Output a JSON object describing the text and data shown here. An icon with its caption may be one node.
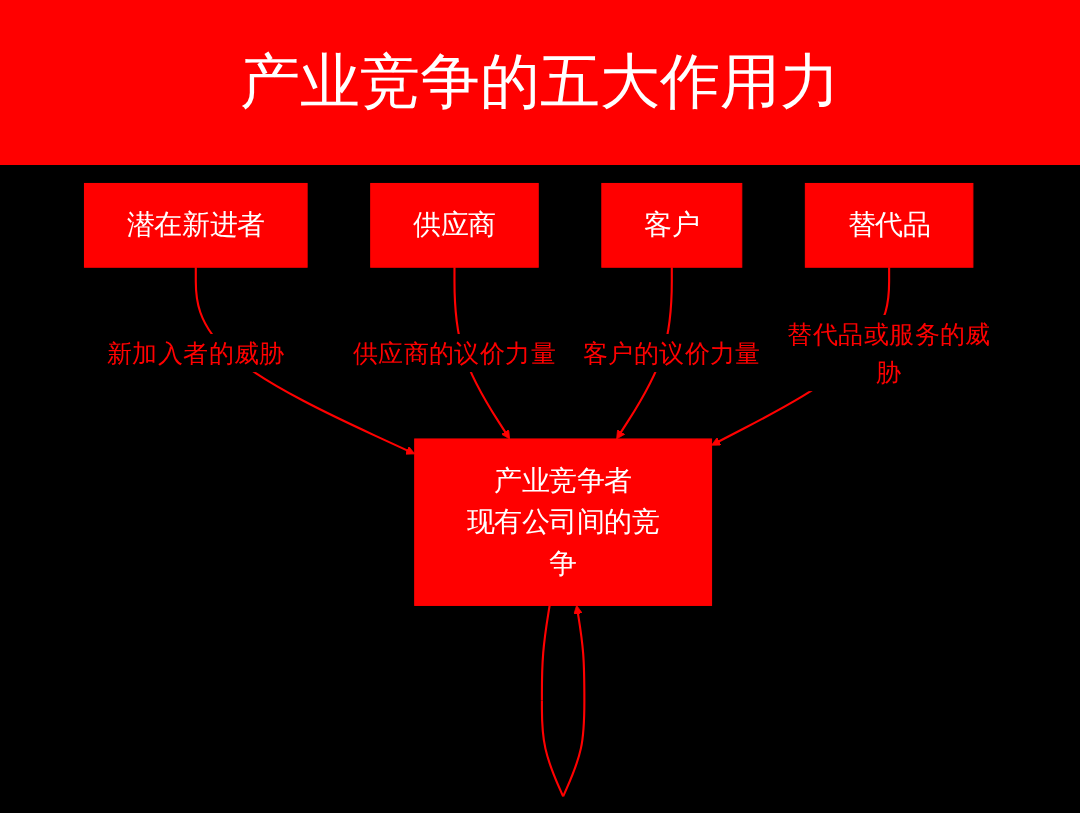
{
  "diagram": {
    "title": "产业竞争的五大作用力",
    "nodes": [
      {
        "text": [
          "潜在新进者"
        ]
      },
      {
        "text": [
          "供应商"
        ]
      },
      {
        "text": [
          "产业竞争者",
          "现有公司间的竞争"
        ]
      },
      {
        "text": [
          "客户"
        ]
      },
      {
        "text": [
          "替代品"
        ]
      }
    ],
    "edges": [
      {
        "from": 0,
        "to": 2,
        "arrow": "to",
        "label": "新加入者的威胁"
      },
      {
        "from": 1,
        "to": 2,
        "arrow": "to",
        "label": "供应商的议价力量"
      },
      {
        "from": 3,
        "to": 2,
        "arrow": "to",
        "label": "客户的议价力量"
      },
      {
        "from": 4,
        "to": 2,
        "arrow": "to",
        "label": "替代品或服务的威胁"
      },
      {
        "from": 2,
        "to": 2,
        "arrow": "to"
      }
    ]
  }
}
